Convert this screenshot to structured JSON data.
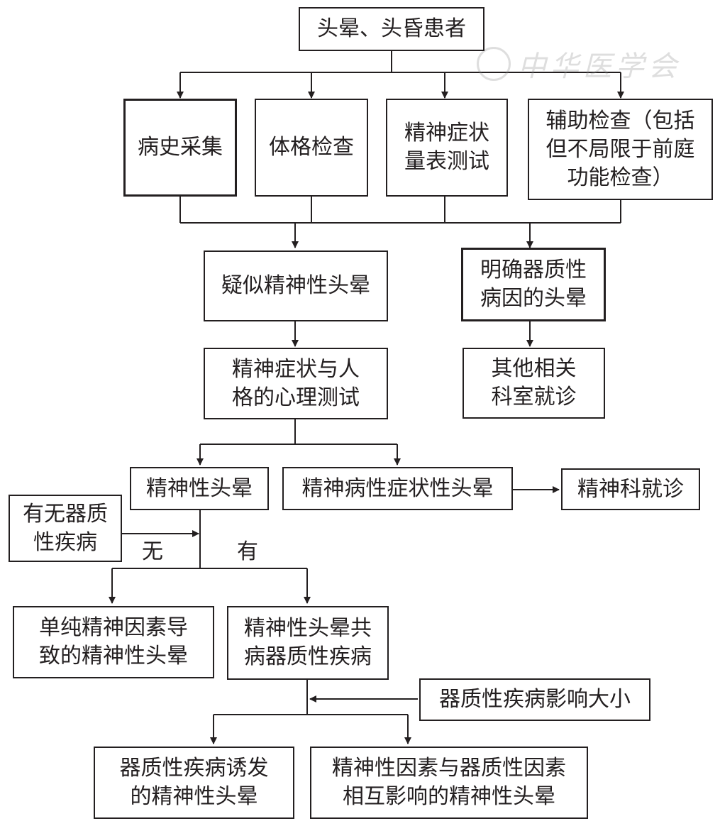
{
  "nodes": {
    "start": "头晕、头昏患者",
    "history": "病史采集",
    "physical": "体格检查",
    "scale": "精神症状\n量表测试",
    "auxiliary": "辅助检查（包括\n但不局限于前庭\n功能检查）",
    "suspected": "疑似精神性头晕",
    "organic_clear": "明确器质性\n病因的头晕",
    "other_dept": "其他相关\n科室就诊",
    "psych_test": "精神症状与人\n格的心理测试",
    "psychogenic": "精神性头晕",
    "psychiatric_symptom": "精神病性症状性头晕",
    "psychiatry_visit": "精神科就诊",
    "organic_disease_q": "有无器质\n性疾病",
    "pure_psych": "单纯精神因素导\n致的精神性头晕",
    "comorbid": "精神性头晕共\n病器质性疾病",
    "impact": "器质性疾病影响大小",
    "organic_induced": "器质性疾病诱发\n的精神性头晕",
    "interaction": "精神性因素与器质性因素\n相互影响的精神性头晕"
  },
  "labels": {
    "no": "无",
    "yes": "有"
  },
  "watermark": {
    "text": "中华医学会"
  },
  "colors": {
    "line": "#231f20",
    "background": "#ffffff"
  }
}
